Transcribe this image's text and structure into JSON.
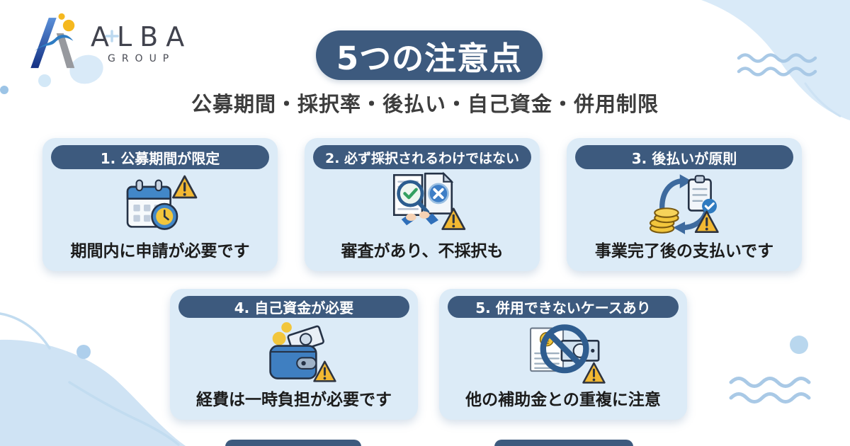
{
  "logo": {
    "name": "ALBA",
    "sub": "GROUP"
  },
  "header": {
    "title": "5つの注意点",
    "subtitle": "公募期間・採択率・後払い・自己資金・併用制限"
  },
  "cards": [
    {
      "title": "1. 公募期間が限定",
      "description": "期間内に申請が必要です",
      "icon": "calendar-deadline-icon"
    },
    {
      "title": "2. 必ず採択されるわけではない",
      "description": "審査があり、不採択も",
      "icon": "document-review-icon"
    },
    {
      "title": "3. 後払いが原則",
      "description": "事業完了後の支払いです",
      "icon": "reimbursement-cycle-icon"
    },
    {
      "title": "4. 自己資金が必要",
      "description": "経費は一時負担が必要です",
      "icon": "wallet-money-icon"
    },
    {
      "title": "5. 併用できないケースあり",
      "description": "他の補助金との重複に注意",
      "icon": "no-combination-icon"
    }
  ],
  "colors": {
    "accent_navy": "#3d5a7e",
    "card_background": "#dcebf7",
    "decor_blob_blue": "#d9eaf8",
    "wave_line_blue": "#a9c9e6",
    "warning_yellow": "#f2b832",
    "logo_yellow": "#f5b81f",
    "icon_blue": "#3f7fc1"
  }
}
